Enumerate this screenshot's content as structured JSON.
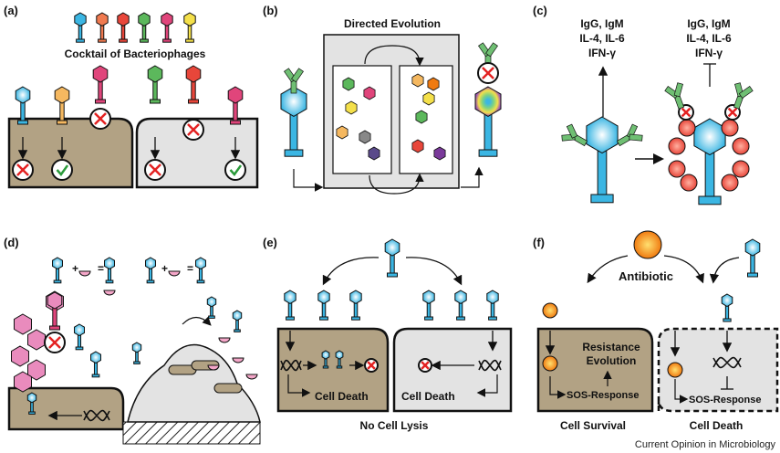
{
  "panels": {
    "a": {
      "label": "(a)",
      "title": "Cocktail of Bacteriophages"
    },
    "b": {
      "label": "(b)",
      "title": "Directed Evolution"
    },
    "c": {
      "label": "(c)",
      "left_lines": [
        "IgG, IgM",
        "IL-4, IL-6",
        "IFN-γ"
      ],
      "right_lines": [
        "IgG, IgM",
        "IL-4, IL-6",
        "IFN-γ"
      ]
    },
    "d": {
      "label": "(d)",
      "plus": "+",
      "equals": "="
    },
    "e": {
      "label": "(e)",
      "left_cell": "Cell Death",
      "right_cell": "Cell Death",
      "caption": "No Cell Lysis"
    },
    "f": {
      "label": "(f)",
      "antibiotic": "Antibiotic",
      "resistance": [
        "Resistance",
        "Evolution"
      ],
      "sos_left": "SOS-Response",
      "sos_right": "SOS-Response",
      "left_caption": "Cell Survival",
      "right_caption": "Cell Death"
    }
  },
  "footer": "Current Opinion in Microbiology",
  "colors": {
    "phage_blue": "#3bb6e3",
    "host_tan": "#b2a284",
    "host_grey": "#e3e3e3",
    "antibody_green": "#6fbf73",
    "antibiotic_orange": "#f08a1c",
    "red_particle": "#e8463a"
  }
}
